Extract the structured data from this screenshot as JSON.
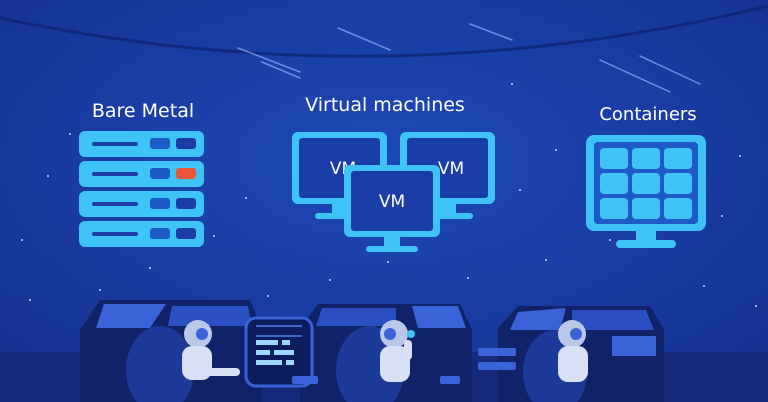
{
  "labels": {
    "bare_metal": "Bare Metal",
    "virtual_machines": "Virtual machines",
    "containers": "Containers"
  },
  "vm_labels": [
    "VM",
    "VM",
    "VM"
  ],
  "colors": {
    "background": "#1a3da8",
    "accent": "#3ec3f7",
    "accent_dark": "#1e59c8",
    "alert": "#e8573b",
    "text": "#ffffff"
  }
}
